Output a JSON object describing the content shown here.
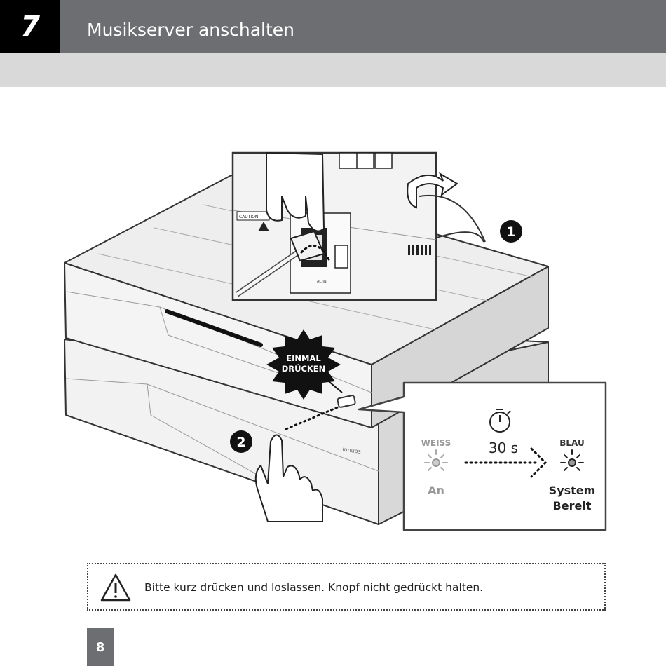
{
  "header": {
    "step_number": "7",
    "title": "Musikserver anschalten"
  },
  "illustration": {
    "badge_step1": "1",
    "badge_step2": "2",
    "starburst_line1": "EINMAL",
    "starburst_line2": "DRÜCKEN",
    "brand_mark": "innuos",
    "status": {
      "left_color_label": "WEISS",
      "left_state": "An",
      "duration": "30 s",
      "right_color_label": "BLAU",
      "right_state_line1": "System",
      "right_state_line2": "Bereit"
    },
    "rear_panel": {
      "caution_label": "CAUTION",
      "port_label": "AC IN"
    }
  },
  "note": {
    "text": "Bitte kurz drücken und loslassen. Knopf nicht gedrückt halten."
  },
  "footer": {
    "page_number": "8"
  },
  "colors": {
    "header_bg": "#6d6e71",
    "subbar_bg": "#d9d9d9",
    "step_box": "#000000"
  }
}
